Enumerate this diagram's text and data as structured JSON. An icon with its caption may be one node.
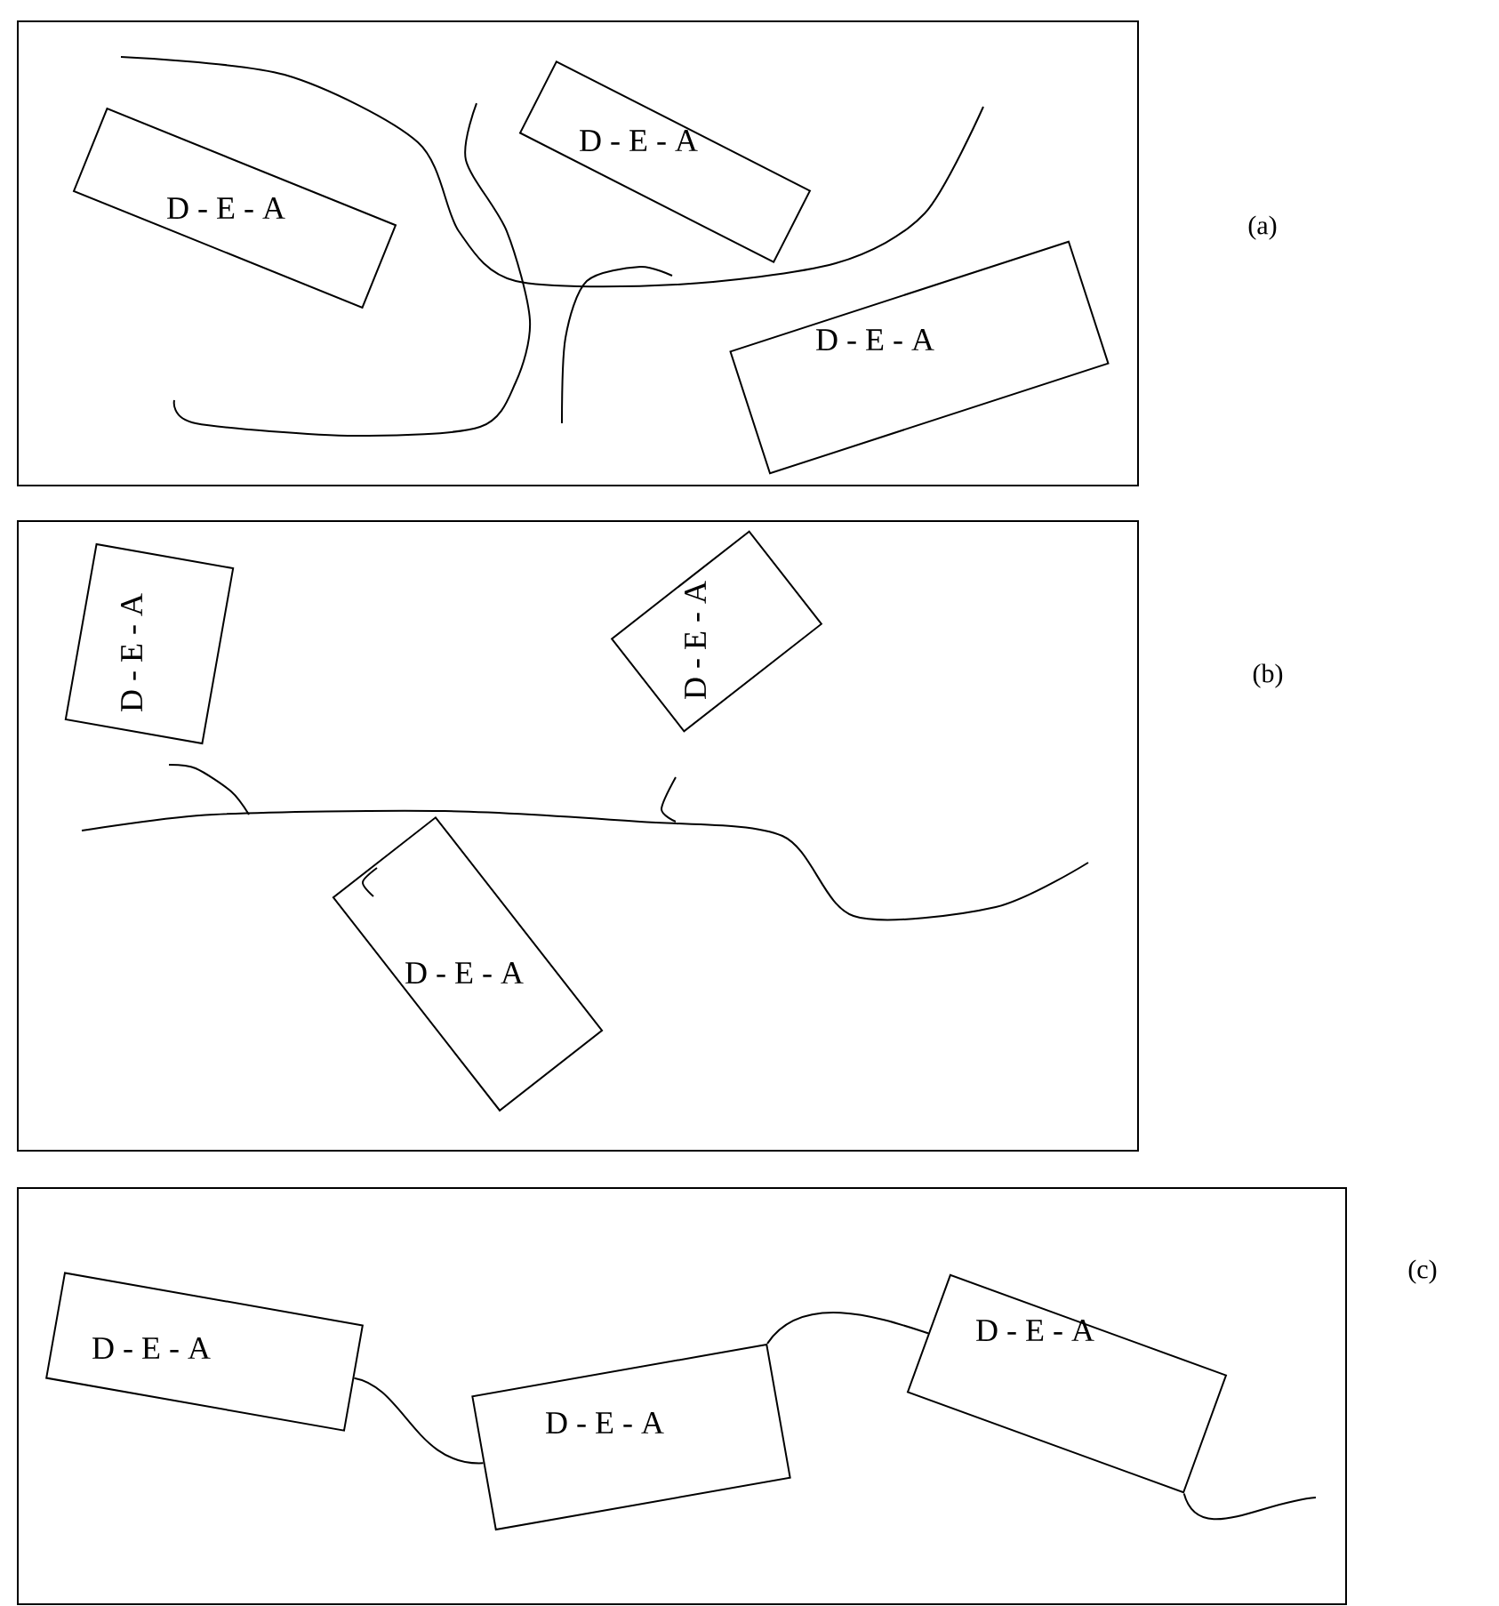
{
  "diagram": {
    "nodes": [
      {
        "text": [],
        "shape": "box"
      },
      {
        "text": [
          "D - E - A"
        ],
        "in": 0
      },
      {
        "text": [
          "D - E - A"
        ],
        "in": 0
      },
      {
        "text": [
          "D - E - A"
        ],
        "in": 0
      },
      {
        "text": [],
        "shape": "box"
      },
      {
        "text": [
          "D - E - A"
        ],
        "in": 4
      },
      {
        "text": [
          "D - E - A"
        ],
        "in": 4
      },
      {
        "text": [
          "D - E - A"
        ],
        "in": 4
      },
      {
        "text": [],
        "shape": "box"
      },
      {
        "text": [
          "D - E - A"
        ],
        "in": 8
      },
      {
        "text": [
          "D - E - A"
        ],
        "in": 8
      },
      {
        "text": [
          "D - E - A"
        ],
        "in": 8
      }
    ],
    "edges": [
      {
        "from": 9,
        "to": 10,
        "arrow": "none"
      },
      {
        "from": 10,
        "to": 11,
        "arrow": "none"
      },
      {
        "from": 11,
        "to": null,
        "arrow": "none"
      }
    ],
    "labels": [
      "(a)",
      "(b)",
      "(c)"
    ]
  }
}
